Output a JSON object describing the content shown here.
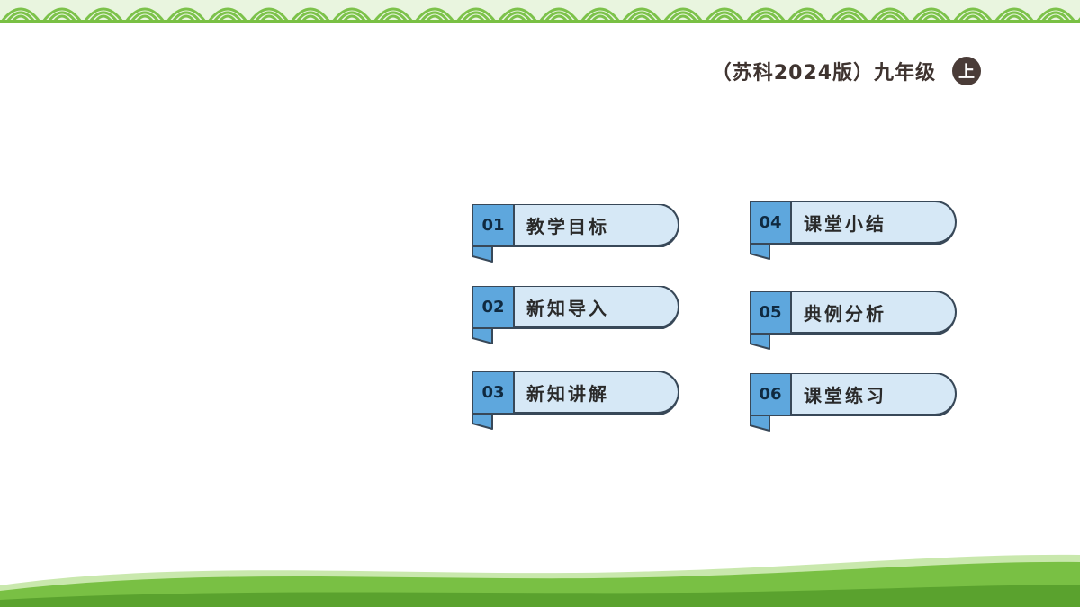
{
  "header": {
    "edition": "（苏科2024版）九年级",
    "volume": "上"
  },
  "colors": {
    "green_accent": "#79c044",
    "green_dark": "#5aa22e",
    "item_fill": "#d6e8f6",
    "number_fill": "#5ea7dd",
    "outline": "#384858"
  },
  "toc": {
    "items": [
      {
        "number": "01",
        "label": "教学目标"
      },
      {
        "number": "02",
        "label": "新知导入"
      },
      {
        "number": "03",
        "label": "新知讲解"
      },
      {
        "number": "04",
        "label": "课堂小结"
      },
      {
        "number": "05",
        "label": "典例分析"
      },
      {
        "number": "06",
        "label": "课堂练习"
      }
    ]
  }
}
